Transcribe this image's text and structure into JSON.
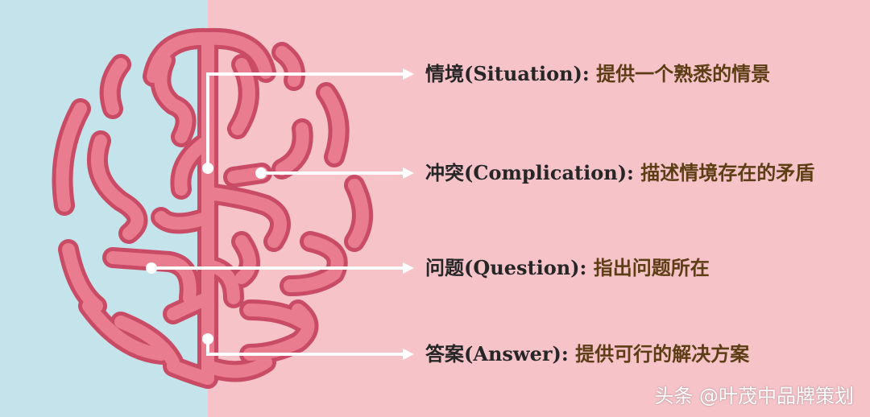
{
  "items": [
    {
      "term": "情境(Situation):",
      "desc": "提供一个熟悉的情景"
    },
    {
      "term": "冲突(Complication):",
      "desc": "描述情境存在的矛盾"
    },
    {
      "term": "问题(Question):",
      "desc": "指出问题所在"
    },
    {
      "term": "答案(Answer):",
      "desc": "提供可行的解决方案"
    }
  ],
  "watermark": "头条 @叶茂中品牌策划",
  "colors": {
    "left_bg": "#c4e3ea",
    "right_bg": "#f5c3c8",
    "brain_fill": "#e9788b",
    "brain_outline": "#c94b65",
    "desc_text": "#5c3d14",
    "term_text": "#262626",
    "connector": "#ffffff"
  }
}
